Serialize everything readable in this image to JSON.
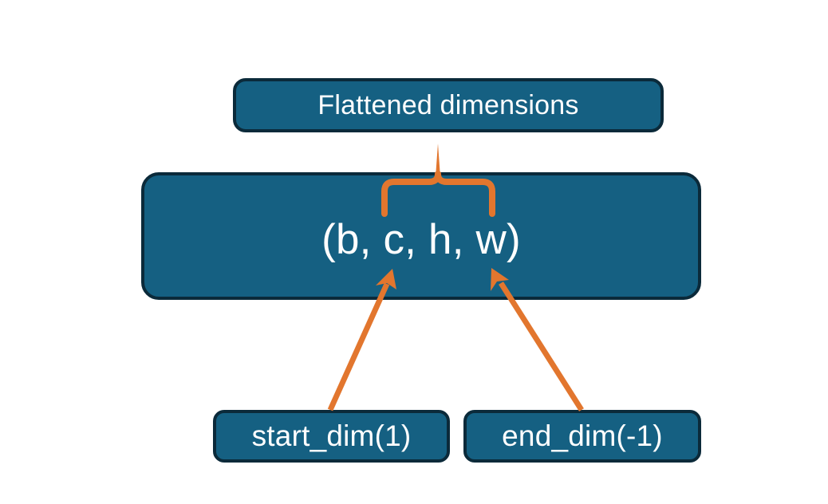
{
  "diagram": {
    "title_node": {
      "label": "Flattened dimensions"
    },
    "shape_node": {
      "label": "(b, c, h, w)"
    },
    "arg_nodes": [
      {
        "label": "start_dim(1)"
      },
      {
        "label": "end_dim(-1)"
      }
    ],
    "connectors": {
      "brace": {
        "name": "flattened-range-brace",
        "spans_dims": "c, h, w"
      },
      "arrows": [
        {
          "name": "start-dim-arrow",
          "points_to": "c"
        },
        {
          "name": "end-dim-arrow",
          "points_to": "w"
        }
      ]
    },
    "colors": {
      "node_fill": "#156082",
      "node_border": "#0b2a3a",
      "node_text": "#ffffff",
      "accent": "#E2762E",
      "background": "#ffffff"
    }
  }
}
